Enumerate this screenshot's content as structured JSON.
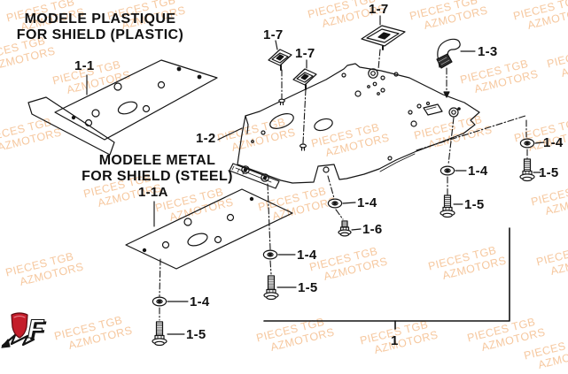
{
  "page": {
    "background": "#ffffff",
    "ink": "#141414"
  },
  "watermark": {
    "line1": "PIECES TGB",
    "line2": "AZMOTORS",
    "color": "#f6c89f"
  },
  "titles": {
    "plastic_line1": "MODELE PLASTIQUE",
    "plastic_line2": "FOR SHIELD (PLASTIC)",
    "metal_line1": "MODELE METAL",
    "metal_line2": "FOR SHIELD (STEEL)"
  },
  "part_labels": {
    "assembly": "1",
    "shield_plastic": "1-1",
    "shield_metal": "1-1A",
    "skid_plate": "1-2",
    "hook_clip": "1-3",
    "washer": "1-4",
    "bolt_long": "1-5",
    "bolt_short": "1-6",
    "clip_nut": "1-7"
  },
  "logo": {
    "letter": "F",
    "shield_color": "#c41d2a"
  }
}
